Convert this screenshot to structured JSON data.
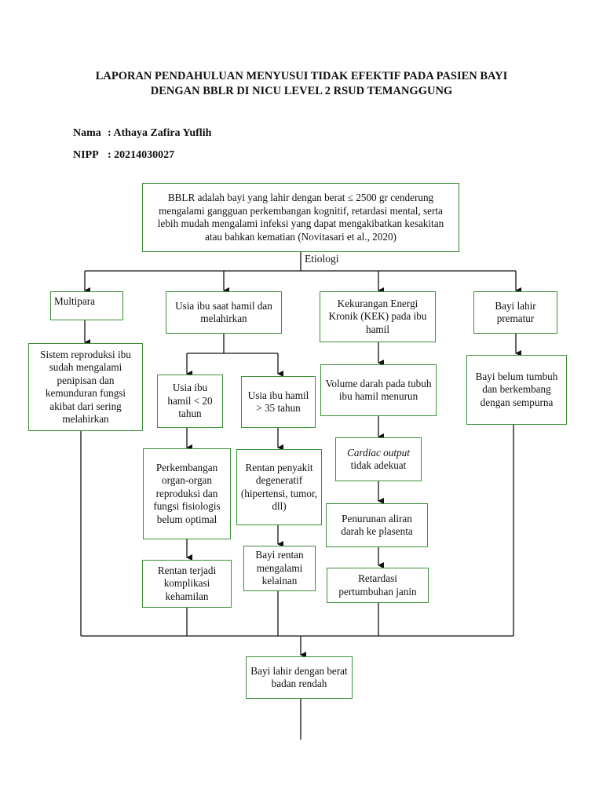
{
  "header": {
    "title_line1": "LAPORAN PENDAHULUAN MENYUSUI TIDAK EFEKTIF PADA PASIEN BAYI",
    "title_line2": "DENGAN BBLR DI NICU LEVEL 2 RSUD TEMANGGUNG",
    "name_label": "Nama",
    "name_value": ": Athaya Zafira Yuflih",
    "nipp_label": "NIPP",
    "nipp_value": ": 20214030027"
  },
  "diagram": {
    "definition": "BBLR adalah bayi yang lahir dengan berat ≤ 2500 gr cenderung mengalami gangguan perkembangan kognitif, retardasi mental, serta lebih mudah mengalami infeksi yang dapat mengakibatkan kesakitan atau bahkan kematian (Novitasari et al., 2020)",
    "etiologi_label": "Etiologi",
    "multipara": "Multipara",
    "multipara_effect": "Sistem reproduksi ibu sudah mengalami penipisan dan kemunduran fungsi akibat dari sering melahirkan",
    "usia_ibu": "Usia ibu saat hamil dan melahirkan",
    "usia_lt20": "Usia ibu hamil < 20 tahun",
    "usia_lt20_effect1": "Perkembangan organ-organ reproduksi dan fungsi fisiologis belum optimal",
    "usia_lt20_effect2": "Rentan terjadi komplikasi kehamilan",
    "usia_gt35": "Usia ibu hamil > 35 tahun",
    "usia_gt35_effect1": "Rentan penyakit degeneratif (hipertensi, tumor, dll)",
    "usia_gt35_effect2": "Bayi rentan mengalami kelainan",
    "kek": "Kekurangan Energi Kronik (KEK) pada ibu hamil",
    "kek_effect1": "Volume darah pada tubuh ibu hamil menurun",
    "kek_effect2_italic": "Cardiac output",
    "kek_effect2_rest": "tidak adekuat",
    "kek_effect3": "Penurunan aliran darah ke plasenta",
    "kek_effect4": "Retardasi pertumbuhan janin",
    "prematur": "Bayi lahir prematur",
    "prematur_effect": "Bayi belum tumbuh dan berkembang dengan sempurna",
    "result": "Bayi lahir dengan berat badan rendah"
  }
}
